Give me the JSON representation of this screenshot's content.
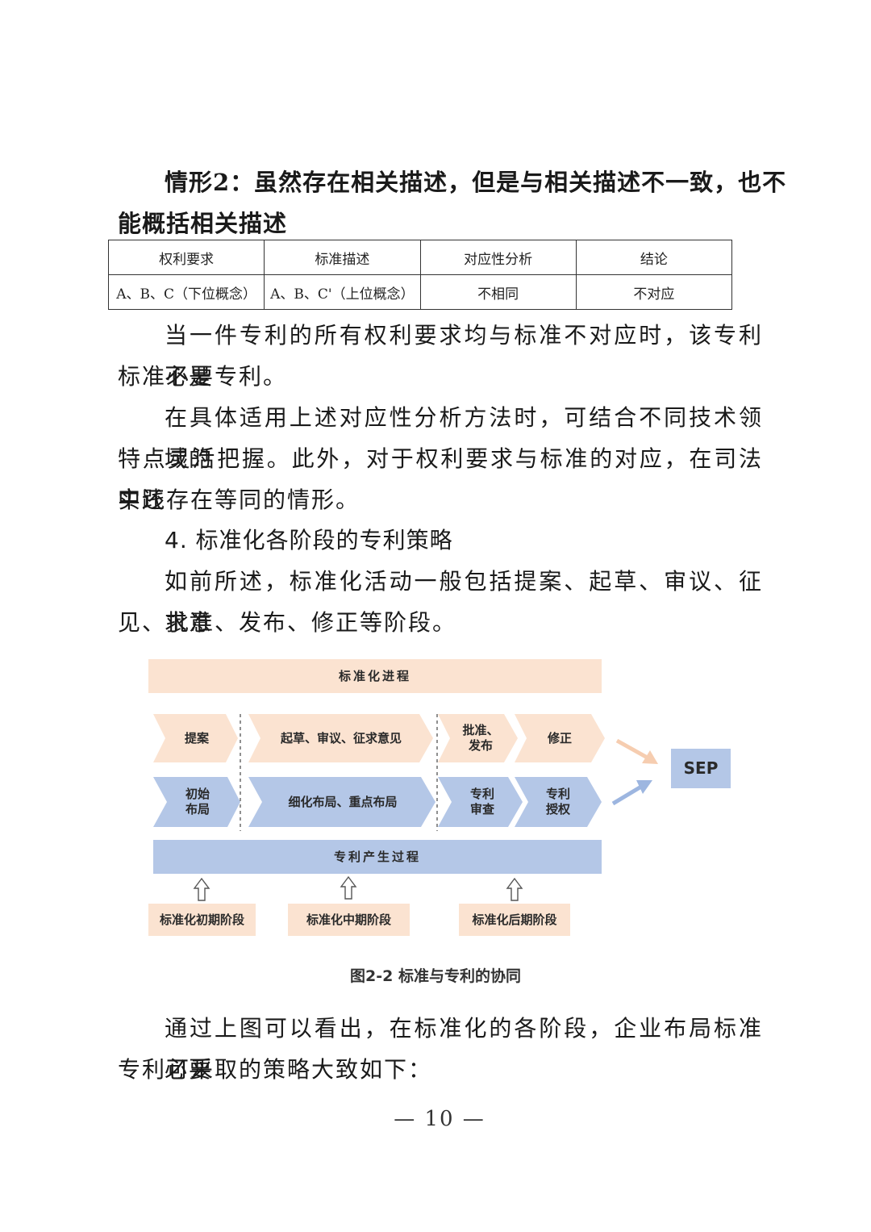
{
  "heading": {
    "line1": "情形2：虽然存在相关描述，但是与相关描述不一致，也不",
    "line2": "能概括相关描述"
  },
  "table": {
    "headers": [
      "权利要求",
      "标准描述",
      "对应性分析",
      "结论"
    ],
    "row": [
      "A、B、C（下位概念）",
      "A、B、C'（上位概念）",
      "不相同",
      "不对应"
    ]
  },
  "paragraphs": {
    "p1_l1": "当一件专利的所有权利要求均与标准不对应时，该专利不是",
    "p1_l2": "标准必要专利。",
    "p2_l1": "在具体适用上述对应性分析方法时，可结合不同技术领域的",
    "p2_l2": "特点灵活把握。此外，对于权利要求与标准的对应，在司法实践",
    "p2_l3": "中还存在等同的情形。",
    "section": "4.  标准化各阶段的专利策略",
    "p3_l1": "如前所述，标准化活动一般包括提案、起草、审议、征求意",
    "p3_l2": "见、批准、发布、修正等阶段。",
    "p4_l1": "通过上图可以看出，在标准化的各阶段，企业布局标准必要",
    "p4_l2": "专利可采取的策略大致如下："
  },
  "diagram": {
    "top_banner": "标准化进程",
    "standard_steps": [
      "提案",
      "起草、审议、征求意见",
      "批准、\n发布",
      "修正"
    ],
    "patent_steps": [
      "初始\n布局",
      "细化布局、重点布局",
      "专利\n审查",
      "专利\n授权"
    ],
    "bottom_banner": "专利产生过程",
    "target": "SEP",
    "phases": [
      "标准化初期阶段",
      "标准化中期阶段",
      "标准化后期阶段"
    ],
    "colors": {
      "peach": "#fbe3d1",
      "blue": "#b4c7e7",
      "peach_arrow": "#f6cdb0",
      "blue_arrow": "#9db6e0"
    }
  },
  "caption": "图2-2  标准与专利的协同",
  "page_number": "— 10 —"
}
